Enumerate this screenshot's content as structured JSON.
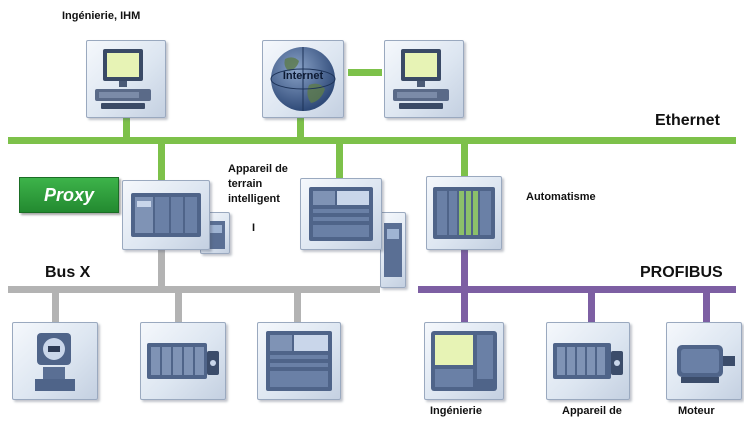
{
  "labels": {
    "engineering_hmi": "Ingénierie, IHM",
    "ethernet": "Ethernet",
    "proxy": "Proxy",
    "smart_field_device_line1": "Appareil de",
    "smart_field_device_line2": "terrain",
    "smart_field_device_line3": "intelligent",
    "smart_field_device_line4": "I",
    "automation": "Automatisme",
    "bus_x": "Bus X",
    "profibus": "PROFIBUS",
    "engineering": "Ingénierie",
    "field_device": "Appareil de",
    "motor": "Moteur"
  },
  "internet_globe_text": "Internet",
  "colors": {
    "ethernet_bus": "#7dc14a",
    "bus_x": "#b3b3b3",
    "profibus": "#7d5fa3",
    "proxy_box": "#2e9e3c"
  }
}
